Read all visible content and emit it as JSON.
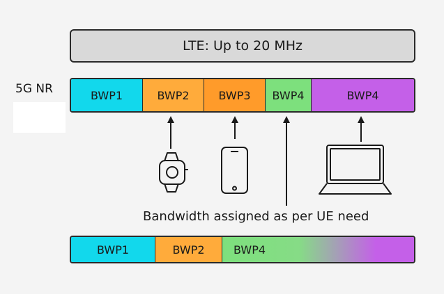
{
  "lte": {
    "label": "LTE: Up to 20 MHz"
  },
  "nr": {
    "label": "5G NR",
    "segments": [
      "BWP1",
      "BWP2",
      "BWP3",
      "BWP4",
      "BWP4"
    ]
  },
  "assignment": {
    "caption": "Bandwidth assigned as per UE need",
    "devices": [
      "smartwatch-icon",
      "smartphone-icon",
      "laptop-icon"
    ]
  },
  "allocated": {
    "segments": [
      "BWP1",
      "BWP2",
      "BWP4"
    ]
  },
  "colors": {
    "bwp1": "#12d8ec",
    "bwp2": "#ffab3b",
    "bwp3": "#ff9b2a",
    "bwp4_green": "#7de07d",
    "bwp4_purple": "#c460e8",
    "lte": "#d9d9d9"
  }
}
